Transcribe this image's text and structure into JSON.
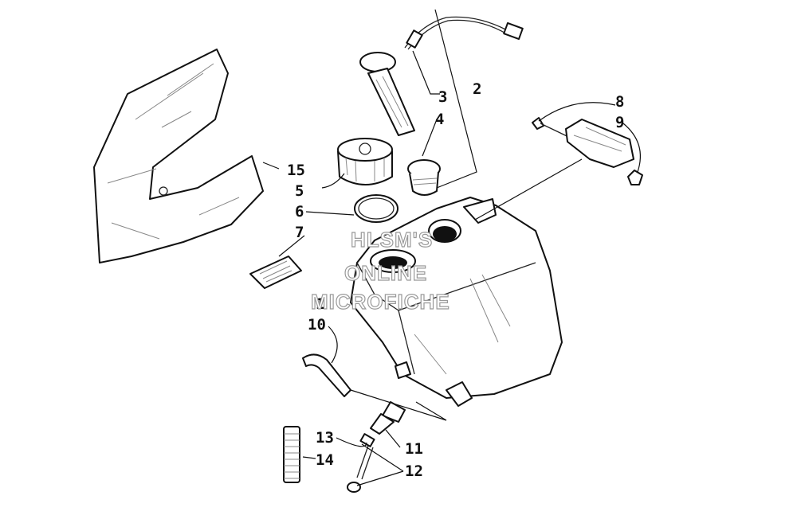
{
  "diagram": {
    "callouts": [
      {
        "id": "1",
        "label": "1"
      },
      {
        "id": "2",
        "label": "2"
      },
      {
        "id": "3",
        "label": "3"
      },
      {
        "id": "4",
        "label": "4"
      },
      {
        "id": "5",
        "label": "5"
      },
      {
        "id": "6",
        "label": "6"
      },
      {
        "id": "7",
        "label": "7"
      },
      {
        "id": "8",
        "label": "8"
      },
      {
        "id": "9",
        "label": "9"
      },
      {
        "id": "10",
        "label": "10"
      },
      {
        "id": "11",
        "label": "11"
      },
      {
        "id": "12",
        "label": "12"
      },
      {
        "id": "13",
        "label": "13"
      },
      {
        "id": "14",
        "label": "14"
      },
      {
        "id": "15",
        "label": "15"
      }
    ]
  },
  "watermark": {
    "line1": "HLSM'S",
    "line2": "ONLINE",
    "line3": "MICROFICHE"
  }
}
